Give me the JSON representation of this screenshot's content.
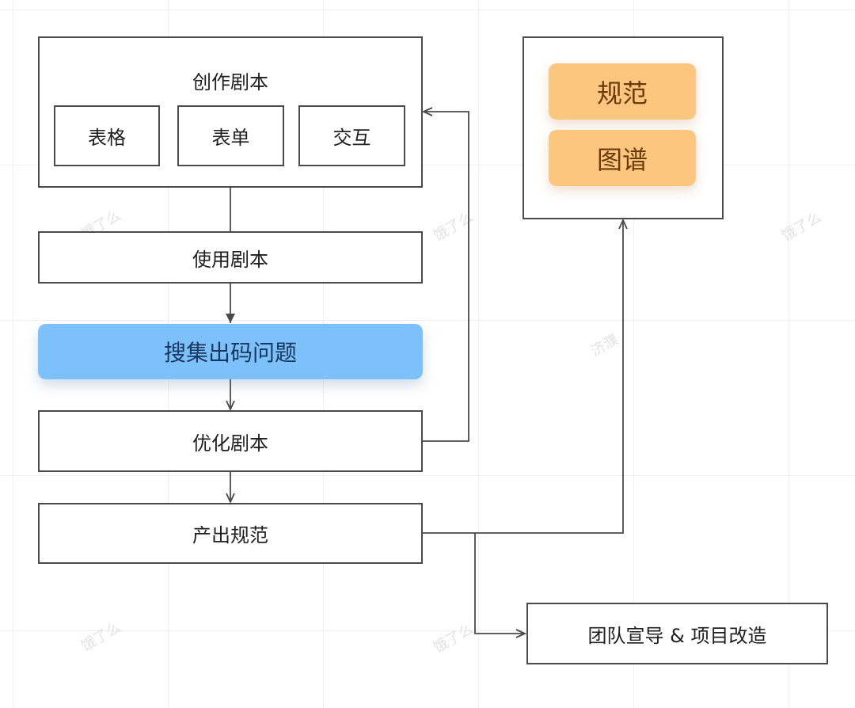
{
  "create_group": {
    "title": "创作剧本",
    "items": [
      "表格",
      "表单",
      "交互"
    ]
  },
  "flow": {
    "use_script": "使用剧本",
    "collect_issues": "搜集出码问题",
    "optimize_script": "优化剧本",
    "produce_spec": "产出规范",
    "team_promo": "团队宣导 & 项目改造"
  },
  "output_group": {
    "items": [
      "规范",
      "图谱"
    ]
  },
  "watermarks": [
    "饿了么",
    "饿了么",
    "饿了么",
    "济濮",
    "饿了么",
    "饿了么"
  ],
  "colors": {
    "stroke": "#4a4a4a",
    "blue_highlight": "#7cc1fb",
    "orange_highlight": "#fdc67e"
  }
}
